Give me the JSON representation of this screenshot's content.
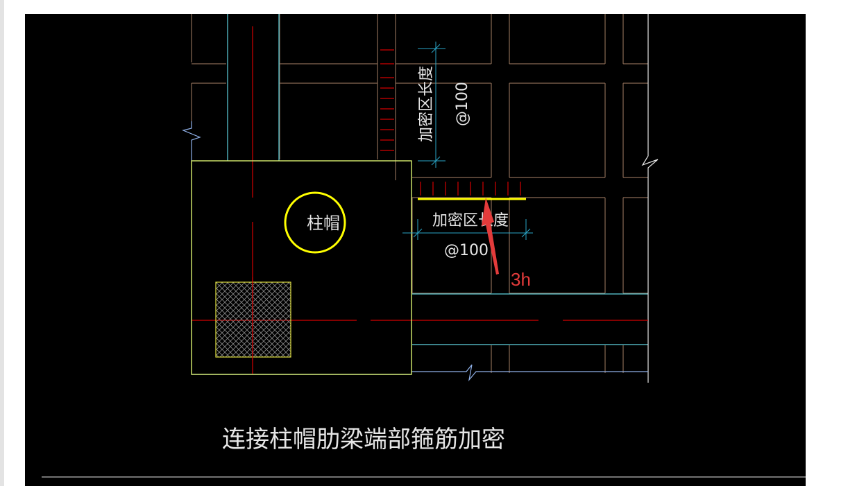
{
  "drawing": {
    "column_cap_label": "柱帽",
    "densified_zone_vertical_label": "加密区长度",
    "densified_zone_vertical_spacing": "@100",
    "densified_zone_horizontal_label": "加密区长度",
    "densified_zone_horizontal_spacing": "@100",
    "annotation_3h": "3h",
    "caption": "连接柱帽肋梁端部箍筋加密"
  },
  "colors": {
    "background": "#000000",
    "beam_outline": "#8a6a55",
    "cyan_line": "#5fd3e0",
    "blue_line": "#8fb0e8",
    "axis_red": "#d40000",
    "yellow": "#f2f200",
    "highlight_yellow": "#ffff00",
    "dimension": "#2aa6c8",
    "annotation_red": "#e33b3b",
    "text_white": "#e6e6e6"
  }
}
